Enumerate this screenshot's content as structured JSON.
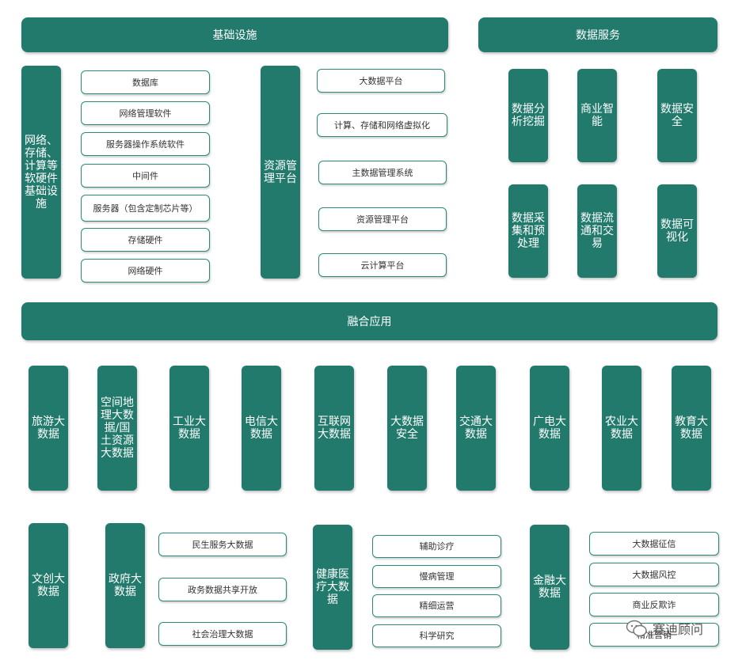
{
  "header_bars": {
    "infrastructure": "基础设施",
    "data_services": "数据服务",
    "fusion_apps": "融合应用"
  },
  "infrastructure": {
    "left_block": "网络、存储、计算等软硬件基础设施",
    "left_items": [
      "数据库",
      "网络管理软件",
      "服务器操作系统软件",
      "中间件",
      "服务器（包含定制芯片等）",
      "存储硬件",
      "网络硬件"
    ],
    "resource_block": "资源管理平台",
    "resource_items": [
      "大数据平台",
      "计算、存储和网络虚拟化",
      "主数据管理系统",
      "资源管理平台",
      "云计算平台"
    ]
  },
  "data_services": {
    "blocks": [
      "数据分析挖掘",
      "商业智能",
      "数据安全",
      "数据采集和预处理",
      "数据流通和交易",
      "数据可视化"
    ]
  },
  "fusion_apps": {
    "row1": [
      "旅游大数据",
      "空间地理大数据/国土资源大数据",
      "工业大数据",
      "电信大数据",
      "互联网大数据",
      "大数据安全",
      "交通大数据",
      "广电大数据",
      "农业大数据",
      "教育大数据"
    ],
    "culture": "文创大数据",
    "government": {
      "label": "政府大数据",
      "items": [
        "民生服务大数据",
        "政务数据共享开放",
        "社会治理大数据"
      ]
    },
    "health": {
      "label": "健康医疗大数据",
      "items": [
        "辅助诊疗",
        "慢病管理",
        "精细运营",
        "科学研究"
      ]
    },
    "finance": {
      "label": "金融大数据",
      "items": [
        "大数据征信",
        "大数据风控",
        "商业反欺诈",
        "精准营销"
      ]
    }
  },
  "watermark": "赛迪顾问",
  "colors": {
    "block": "#217a6b",
    "outline": "#2a8a79",
    "background": "#ffffff"
  }
}
